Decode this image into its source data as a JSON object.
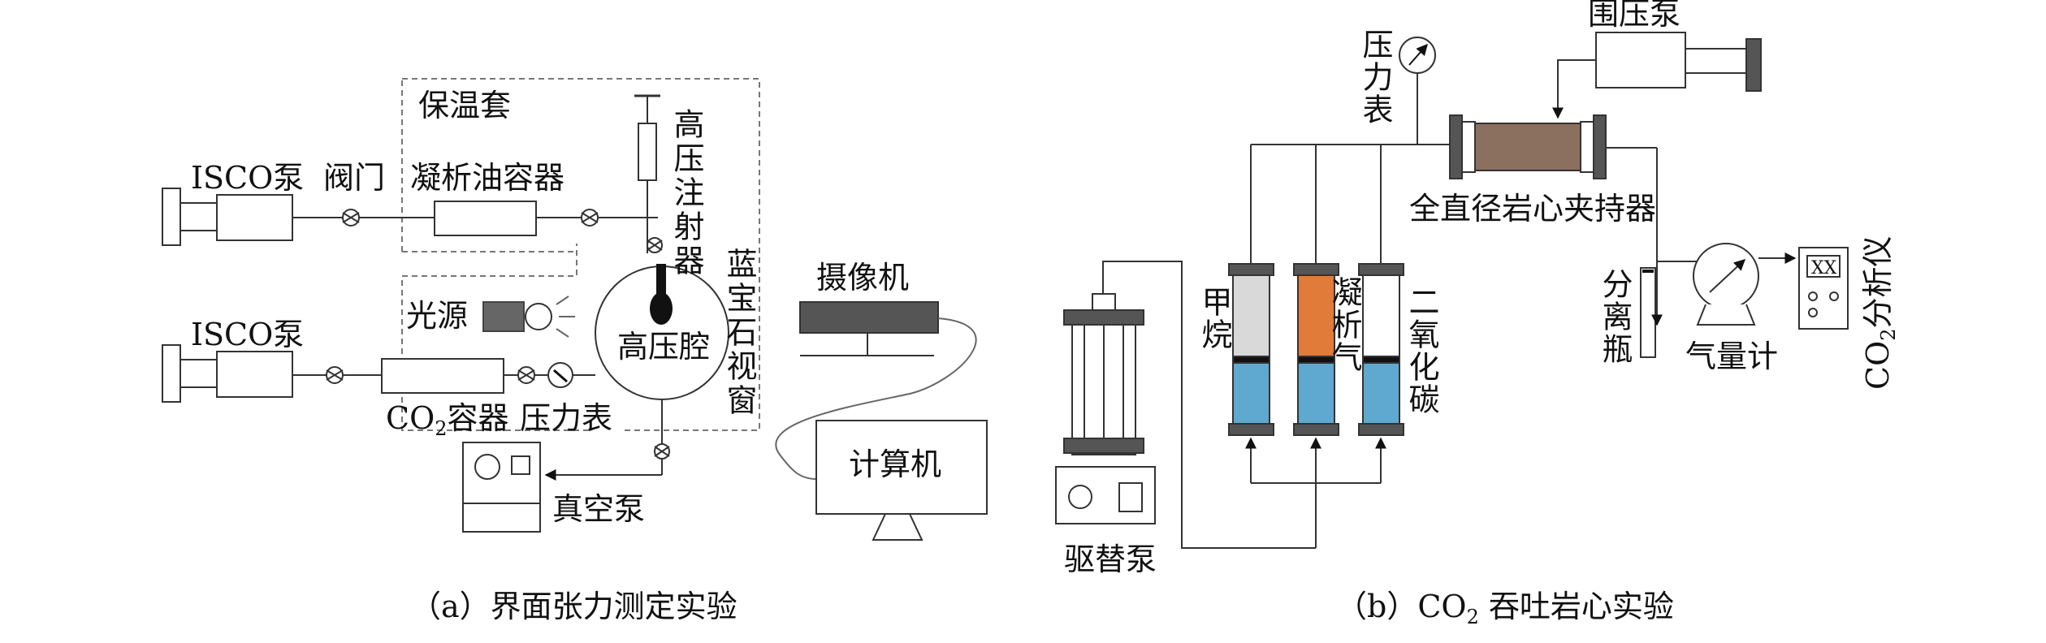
{
  "diagram_a": {
    "caption": "（a）界面张力测定实验",
    "isco_pump_top": "ISCO泵",
    "valve": "阀门",
    "jacket": "保温套",
    "condensate_container": "凝析油容器",
    "hp_syringe": "高压注射器",
    "sapphire_window": "蓝宝石视窗",
    "camera": "摄像机",
    "light_source": "光源",
    "isco_pump_bottom": "ISCO泵",
    "hp_chamber": "高压腔",
    "co2_container_prefix": "CO",
    "co2_container_sub": "2",
    "co2_container_suffix": "容器",
    "pressure_gauge": "压力表",
    "computer": "计算机",
    "vacuum_pump": "真空泵"
  },
  "diagram_b": {
    "caption_prefix": "（b）CO",
    "caption_sub": "2",
    "caption_suffix": " 吞吐岩心实验",
    "pressure_gauge": "压力表",
    "confining_pump": "围压泵",
    "core_holder": "全直径岩心夹持器",
    "methane": "甲烷",
    "condensate_gas": "凝析气",
    "co2_label": "二氧化碳",
    "separator": "分离瓶",
    "gas_meter": "气量计",
    "analyzer_prefix": "CO",
    "analyzer_sub": "2",
    "analyzer_suffix": "分析仪",
    "analyzer_display": "XX",
    "displacement_pump": "驱替泵"
  },
  "colors": {
    "methane": "#d9d9d9",
    "condensate_gas": "#e07b39",
    "co2": "#ffffff",
    "water": "#5fa8cf",
    "core": "#8b7060",
    "dark": "#555555"
  }
}
